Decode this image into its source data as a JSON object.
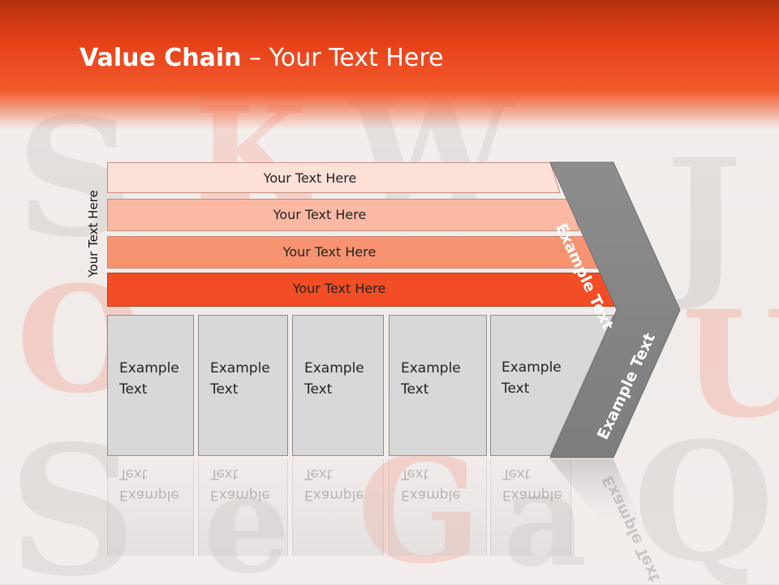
{
  "slide": {
    "title_bold": "Value Chain",
    "title_rest": " – Your Text Here",
    "side_label": "Your Text Here"
  },
  "bars": [
    {
      "label": "Your Text Here",
      "color": "#fde0d6"
    },
    {
      "label": "Your Text Here",
      "color": "#fbb9a4"
    },
    {
      "label": "Your Text Here",
      "color": "#f79370"
    },
    {
      "label": "Your Text Here",
      "color": "#f24d24"
    }
  ],
  "columns": [
    {
      "line1": "Example",
      "line2": "Text"
    },
    {
      "line1": "Example",
      "line2": "Text"
    },
    {
      "line1": "Example",
      "line2": "Text"
    },
    {
      "line1": "Example",
      "line2": "Text"
    },
    {
      "line1": "Example",
      "line2": "Text"
    }
  ],
  "chevron": {
    "upper_label": "Example Text",
    "lower_label": "Example Text",
    "color": "#8a8a8a"
  },
  "colors": {
    "header": "#e8421a",
    "column_fill": "#d8d8d8"
  }
}
